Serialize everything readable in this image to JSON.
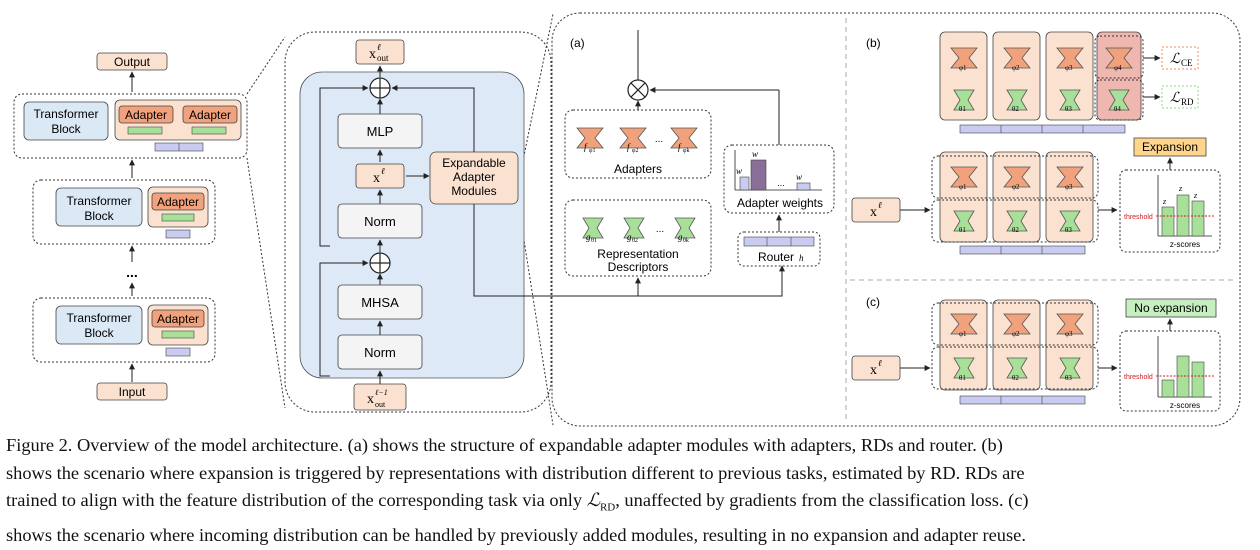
{
  "colors": {
    "peach": "#fbe1cf",
    "adapter_orange": "#f1a27c",
    "adapter_green": "#a8e09a",
    "transformer_blue": "#dbe8f6",
    "main_blue": "#dde9f7",
    "router_purple": "#c9cbf0",
    "weight_purple": "#8a6e9a",
    "highlight_yellow": "#ffd58c",
    "noexp_green": "#c6efbf",
    "loss_ce_border": "#f08a5d",
    "loss_rd_border": "#8fd38a",
    "threshold_red": "#d21f1f"
  },
  "left": {
    "output": "Output",
    "input": "Input",
    "transformer": [
      "Transformer",
      "Block"
    ],
    "adapter": "Adapter",
    "dots": "..."
  },
  "middle": {
    "x_out_top": "x",
    "x_out_top_sup": "ℓ",
    "x_out_top_sub": "out",
    "x_out_bottom": "x",
    "x_out_bottom_sup": "ℓ−1",
    "x_out_bottom_sub": "out",
    "mlp": "MLP",
    "norm": "Norm",
    "mhsa": "MHSA",
    "x_mid": "x",
    "x_mid_sup": "ℓ",
    "eam": [
      "Expandable",
      "Adapter",
      "Modules"
    ]
  },
  "panel_a": {
    "label": "(a)",
    "adapters": "Adapters",
    "rd": [
      "Representation",
      "Descriptors"
    ],
    "router": "Router",
    "router_sub": "h",
    "router_sub_sup": "ℓ",
    "adapter_weights": "Adapter weights",
    "w1": "w",
    "w2": "w",
    "wk": "w",
    "f_labels": [
      "f",
      "f",
      "f"
    ],
    "f_subs": [
      "φ1",
      "φ2",
      "φk"
    ],
    "g_labels": [
      "g",
      "g",
      "g"
    ],
    "g_subs": [
      "θ1",
      "θ2",
      "θk"
    ],
    "dots": "..."
  },
  "panel_b": {
    "label": "(b)",
    "loss_ce": "ℒ",
    "loss_ce_sub": "CE",
    "loss_rd": "ℒ",
    "loss_rd_sub": "RD",
    "expansion": "Expansion",
    "x": "x",
    "x_sup": "ℓ",
    "threshold": "threshold",
    "zscores": "z-scores",
    "z": [
      "z",
      "z",
      "z"
    ],
    "z_subs": [
      "1",
      "2",
      "3"
    ],
    "z_sup": "ℓ",
    "f_subs": [
      "φ1",
      "φ2",
      "φ3",
      "φ4"
    ],
    "g_subs": [
      "θ1",
      "θ2",
      "θ3",
      "θ4"
    ]
  },
  "panel_c": {
    "label": "(c)",
    "no_expansion": "No expansion",
    "x": "x",
    "x_sup": "ℓ",
    "threshold": "threshold",
    "zscores": "z-scores",
    "f_subs": [
      "φ1",
      "φ2",
      "φ3"
    ],
    "g_subs": [
      "θ1",
      "θ2",
      "θ3"
    ]
  },
  "caption": {
    "line1": "Figure 2. Overview of the model architecture. (a) shows the structure of expandable adapter modules with adapters, RDs and router. (b)",
    "line2": "shows the scenario where expansion is triggered by representations with distribution different to previous tasks, estimated by RD. RDs are",
    "line3a": "trained to align with the feature distribution of the corresponding task via only ",
    "line3_loss": "ℒ",
    "line3_loss_sub": "RD",
    "line3b": ", unaffected by gradients from the classification loss. (c)",
    "line4": "shows the scenario where incoming distribution can be handled by previously added modules, resulting in no expansion and adapter reuse."
  }
}
